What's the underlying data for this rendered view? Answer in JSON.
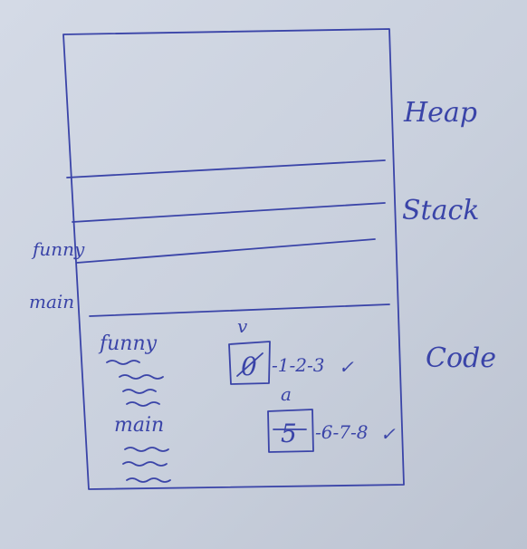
{
  "sections": {
    "heap_label": "Heap",
    "stack_label": "Stack",
    "code_label": "Code"
  },
  "frames": {
    "funny_label": "funny",
    "main_label": "main"
  },
  "code_area": {
    "funny_label": "funny",
    "main_label": "main",
    "var_v": {
      "name": "v",
      "boxed_value": "0",
      "sequence": "-1-2-3",
      "check": "✓"
    },
    "var_a": {
      "name": "a",
      "boxed_value": "5",
      "sequence": "-6-7-8",
      "check": "✓"
    }
  }
}
